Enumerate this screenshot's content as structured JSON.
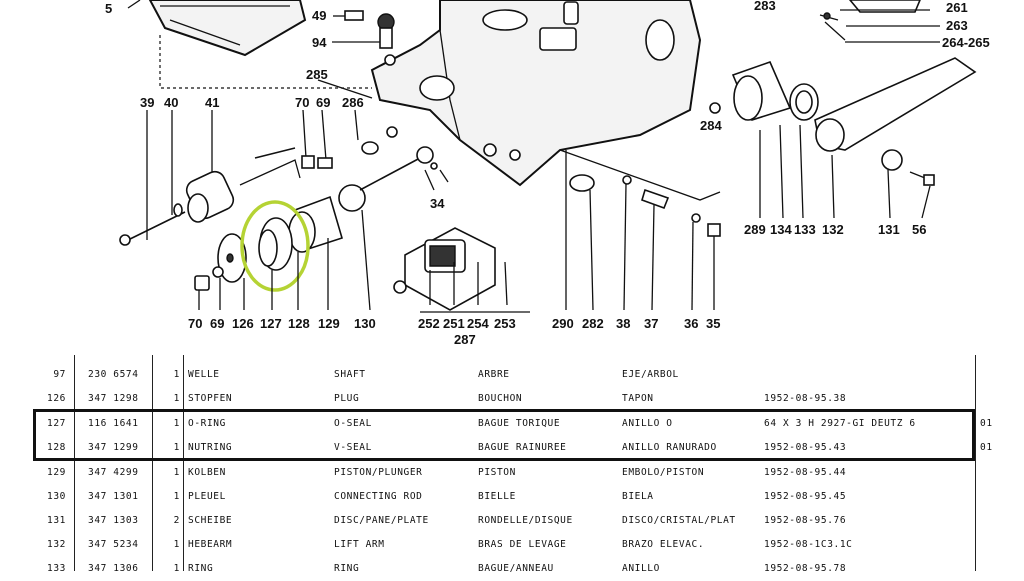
{
  "diagram": {
    "callouts": {
      "c5": "5",
      "c49": "49",
      "c94": "94",
      "c285": "285",
      "c39": "39",
      "c40": "40",
      "c41": "41",
      "c70a": "70",
      "c69a": "69",
      "c286": "286",
      "c283": "283",
      "c261": "261",
      "c263": "263",
      "c264": "264-265",
      "c284": "284",
      "c34": "34",
      "c289": "289",
      "c134": "134",
      "c133": "133",
      "c132": "132",
      "c131": "131",
      "c56": "56",
      "c70b": "70",
      "c69b": "69",
      "c126": "126",
      "c127": "127",
      "c128": "128",
      "c129": "129",
      "c130": "130",
      "c252": "252",
      "c251": "251",
      "c254": "254",
      "c253": "253",
      "c287": "287",
      "c290": "290",
      "c282": "282",
      "c38": "38",
      "c37": "37",
      "c36": "36",
      "c35": "35"
    },
    "highlight_color": "#b5d334"
  },
  "parts_table": {
    "rows": [
      {
        "pos": "97",
        "part_no": "230 6574",
        "qty": "1",
        "de": "WELLE",
        "en": "SHAFT",
        "fr": "ARBRE",
        "es": "EJE/ARBOL",
        "ref": "",
        "extra": ""
      },
      {
        "pos": "126",
        "part_no": "347 1298",
        "qty": "1",
        "de": "STOPFEN",
        "en": "PLUG",
        "fr": "BOUCHON",
        "es": "TAPON",
        "ref": "1952-08-95.38",
        "extra": ""
      },
      {
        "pos": "127",
        "part_no": "116 1641",
        "qty": "1",
        "de": "O-RING",
        "en": "O-SEAL",
        "fr": "BAGUE TORIQUE",
        "es": "ANILLO O",
        "ref": "64 X 3 H 2927-GI DEUTZ 6",
        "extra": "01"
      },
      {
        "pos": "128",
        "part_no": "347 1299",
        "qty": "1",
        "de": "NUTRING",
        "en": "V-SEAL",
        "fr": "BAGUE RAINUREE",
        "es": "ANILLO RANURADO",
        "ref": "1952-08-95.43",
        "extra": "01"
      },
      {
        "pos": "129",
        "part_no": "347 4299",
        "qty": "1",
        "de": "KOLBEN",
        "en": "PISTON/PLUNGER",
        "fr": "PISTON",
        "es": "EMBOLO/PISTON",
        "ref": "1952-08-95.44",
        "extra": ""
      },
      {
        "pos": "130",
        "part_no": "347 1301",
        "qty": "1",
        "de": "PLEUEL",
        "en": "CONNECTING ROD",
        "fr": "BIELLE",
        "es": "BIELA",
        "ref": "1952-08-95.45",
        "extra": ""
      },
      {
        "pos": "131",
        "part_no": "347 1303",
        "qty": "2",
        "de": "SCHEIBE",
        "en": "DISC/PANE/PLATE",
        "fr": "RONDELLE/DISQUE",
        "es": "DISCO/CRISTAL/PLAT",
        "ref": "1952-08-95.76",
        "extra": ""
      },
      {
        "pos": "132",
        "part_no": "347 5234",
        "qty": "1",
        "de": "HEBEARM",
        "en": "LIFT ARM",
        "fr": "BRAS DE LEVAGE",
        "es": "BRAZO ELEVAC.",
        "ref": "1952-08-1C3.1C",
        "extra": ""
      },
      {
        "pos": "133",
        "part_no": "347 1306",
        "qty": "1",
        "de": "RING",
        "en": "RING",
        "fr": "BAGUE/ANNEAU",
        "es": "ANILLO",
        "ref": "1952-08-95.78",
        "extra": ""
      }
    ]
  }
}
